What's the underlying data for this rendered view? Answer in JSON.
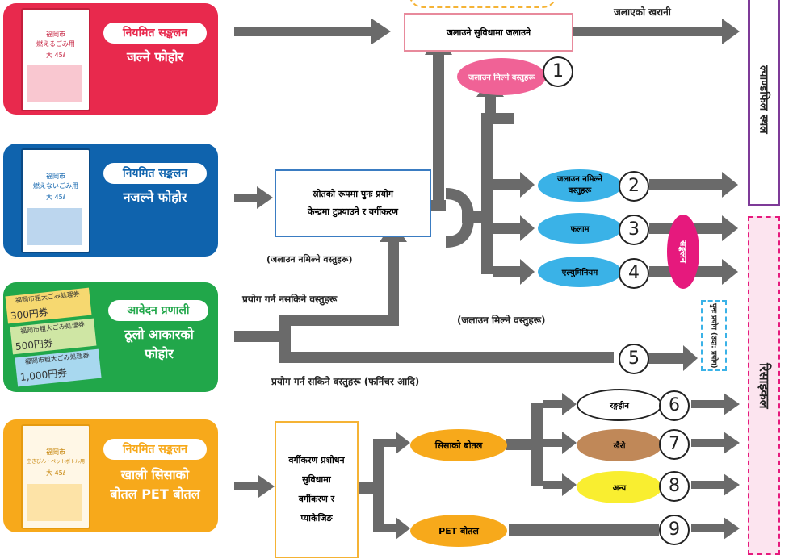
{
  "colors": {
    "burnable": "#e8294d",
    "nonburnable": "#0f63ad",
    "oversized": "#21a74a",
    "bottles": "#f7a91b",
    "arrow": "#6a6a6a",
    "landfill_border": "#7e3a98",
    "recycle_border": "#e6197d",
    "pink_fill": "#f06296",
    "cyan_fill": "#3ab2e7",
    "brown_fill": "#c08858",
    "yellow_fill": "#f9ee30"
  },
  "cards": {
    "burnable": {
      "tag": "नियमित सङ्कलन",
      "title": "जल्ने फोहोर",
      "bag": {
        "line1": "福岡市",
        "line2": "燃えるごみ用",
        "size": "大 45ℓ"
      }
    },
    "nonburnable": {
      "tag": "नियमित सङ्कलन",
      "title": "नजल्ने फोहोर",
      "bag": {
        "line1": "福岡市",
        "line2": "燃えないごみ用",
        "size": "大 45ℓ"
      }
    },
    "oversized": {
      "tag": "आवेदन प्रणाली",
      "title_line1": "ठूलो आकारको",
      "title_line2": "फोहोर",
      "tickets": [
        "300円券",
        "500円券",
        "1,000円券"
      ],
      "ticket_header": "福岡市粗大ごみ処理券"
    },
    "bottles": {
      "tag": "नियमित सङ्कलन",
      "title_line1": "खाली सिसाको",
      "title_line2": "बोतल PET बोतल",
      "bag": {
        "line1": "福岡市",
        "line2": "空きびん・ペットボトル用",
        "size": "大 45ℓ"
      }
    }
  },
  "nodes": {
    "incinerate": "जलाउने सुविधामा जलाउने",
    "recycle_center_line1": "स्रोतको रूपमा पुनः प्रयोग",
    "recycle_center_line2": "केन्द्रमा टुक्र्याउने र वर्गीकरण",
    "sorting_line1": "वर्गीकरण प्रशोधन",
    "sorting_line2": "सुविधामा",
    "sorting_line3": "वर्गीकरण र",
    "sorting_line4": "प्याकेजिङ"
  },
  "labels": {
    "ash": "जलाएको खरानी",
    "noncombustible_up": "(जलाउन नमिल्ने वस्तुहरू)",
    "unusable": "प्रयोग गर्न नसकिने वस्तुहरू",
    "combustible": "(जलाउन मिल्ने वस्तुहरू)",
    "usable": "प्रयोग गर्न सकिने वस्तुहरू (फर्निचर आदि)"
  },
  "items": {
    "i1": {
      "label": "जलाउन मिल्ने वस्तुहरू",
      "num": "1"
    },
    "i2": {
      "label_line1": "जलाउन नमिल्ने",
      "label_line2": "वस्तुहरू",
      "num": "2"
    },
    "i3": {
      "label": "फलाम",
      "num": "3"
    },
    "i4": {
      "label": "एल्युमिनियम",
      "num": "4"
    },
    "i5": {
      "num": "5"
    },
    "glass": "सिसाको बोतल",
    "pet": "PET बोतल",
    "i6": {
      "label": "रङ्गहीन",
      "num": "6"
    },
    "i7": {
      "label": "खैरो",
      "num": "7"
    },
    "i8": {
      "label": "अन्य",
      "num": "8"
    },
    "i9": {
      "num": "9"
    }
  },
  "destinations": {
    "landfill": "ल्याण्डफिल स्थल",
    "collection": "सङ्कलन",
    "reuse": "पुनः प्रयोग (उदा: प्रयोग)",
    "recycling": "रिसाइकल"
  }
}
